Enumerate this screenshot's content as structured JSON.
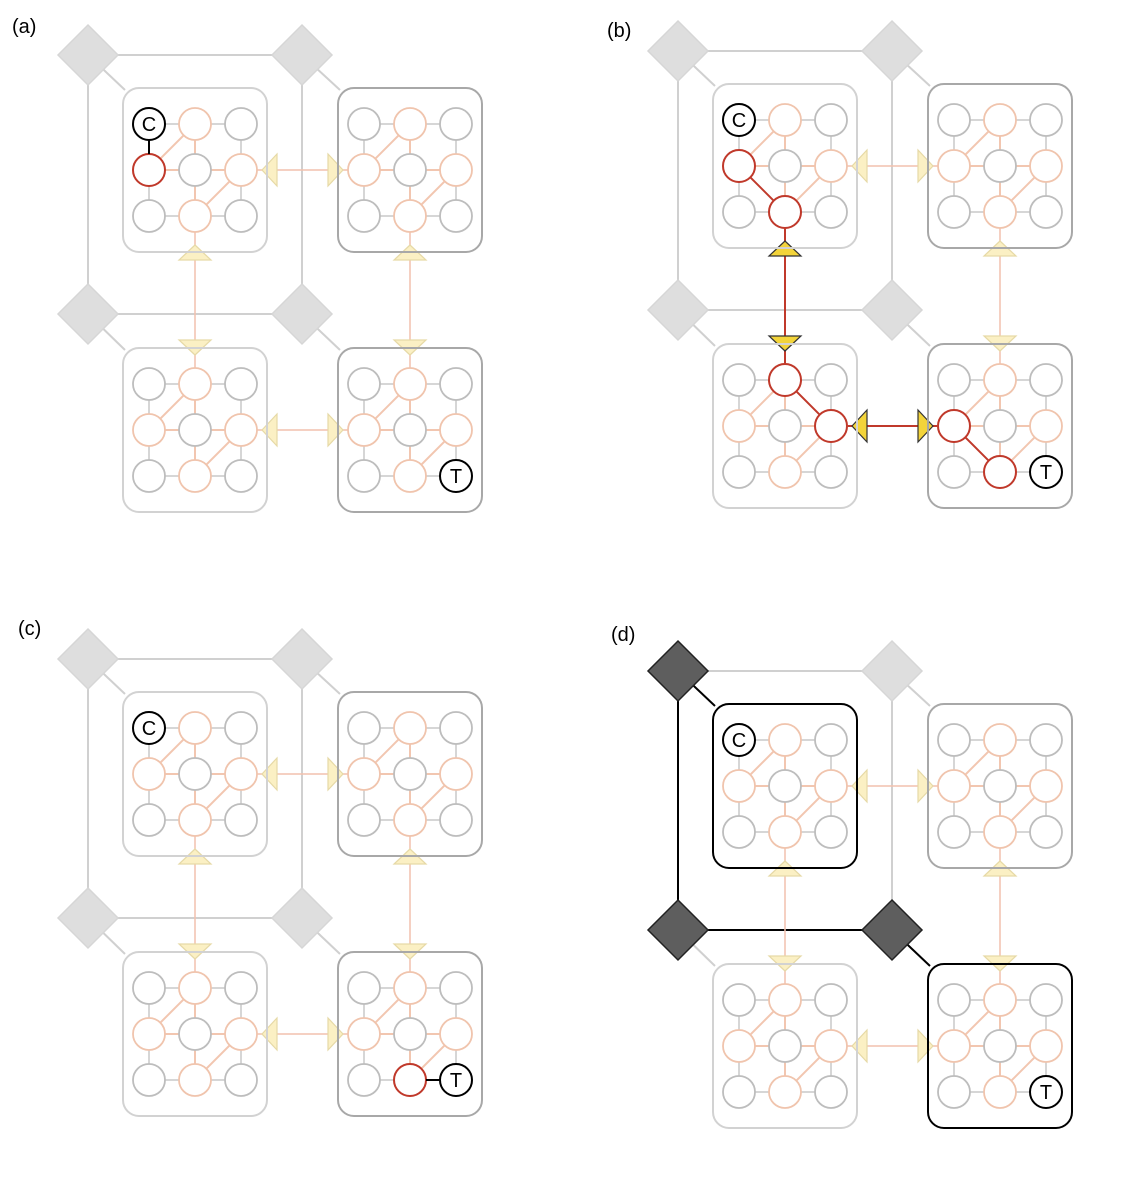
{
  "panels": [
    {
      "label": "(a)",
      "control_label": "C",
      "target_label": "T",
      "highlight": {
        "active_cells": [],
        "active_hubs": [],
        "cell_paths": [],
        "arrow_links": [],
        "path_nodes": [
          [
            0,
            1,
            0
          ]
        ],
        "control_edge": true,
        "target_edge": false
      }
    },
    {
      "label": "(b)",
      "control_label": "C",
      "target_label": "T",
      "highlight": {
        "active_cells": [],
        "active_hubs": [],
        "cell_paths": [
          {
            "cell": 0,
            "nodes": [
              [
                1,
                0
              ],
              [
                2,
                1
              ]
            ]
          },
          {
            "cell": 2,
            "nodes": [
              [
                0,
                1
              ],
              [
                1,
                2
              ]
            ]
          },
          {
            "cell": 3,
            "nodes": [
              [
                1,
                0
              ],
              [
                2,
                1
              ]
            ]
          }
        ],
        "arrow_links": [
          "v-left",
          "h-bottom"
        ],
        "path_nodes": [],
        "control_edge": false,
        "target_edge": false
      }
    },
    {
      "label": "(c)",
      "control_label": "C",
      "target_label": "T",
      "highlight": {
        "active_cells": [],
        "active_hubs": [],
        "cell_paths": [],
        "arrow_links": [],
        "path_nodes": [
          [
            3,
            2,
            1
          ]
        ],
        "control_edge": false,
        "target_edge": true
      }
    },
    {
      "label": "(d)",
      "control_label": "C",
      "target_label": "T",
      "highlight": {
        "active_cells": [
          0,
          3
        ],
        "active_hubs": [
          0,
          2,
          3
        ],
        "cell_paths": [],
        "arrow_links": [],
        "path_nodes": [],
        "control_edge": false,
        "target_edge": false
      }
    }
  ],
  "colors": {
    "grey_node": "#bdbdbd",
    "orange_edge": "#f2c6b0",
    "red": "#c0392b",
    "yellow": "#f3d43a",
    "yellow_faint": "#fbf0c4",
    "hub_light": "#dedede",
    "hub_dark": "#5e5e5e",
    "cell_border_light": "#d2d2d2",
    "cell_border_mid": "#a8a8a8",
    "black": "#000000"
  }
}
